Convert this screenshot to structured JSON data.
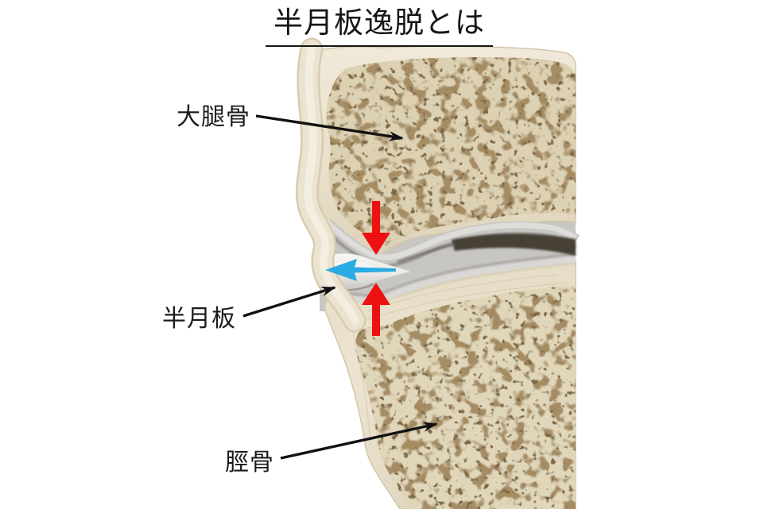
{
  "title": {
    "text": "半月板逸脱とは"
  },
  "anatomy_labels": {
    "femur": "大腿骨",
    "meniscus": "半月板",
    "tibia": "脛骨"
  },
  "arrows": {
    "compression_down": {
      "color": "#ee1111"
    },
    "compression_up": {
      "color": "#ee1111"
    },
    "extrusion_left": {
      "color": "#29abe3"
    },
    "pointer_color": "#121212"
  },
  "palette": {
    "background": "#ffffff",
    "text": "#161616",
    "cortical_bone": "#eae1cd",
    "trabecular_bone": "#ddd2b4",
    "trabecular_holes": "#a58c63",
    "cartilage_light": "#d9d8d5",
    "cartilage_dark": "#8f8b84",
    "joint_gap": "#474136",
    "meniscus": "#f4f3f0"
  }
}
